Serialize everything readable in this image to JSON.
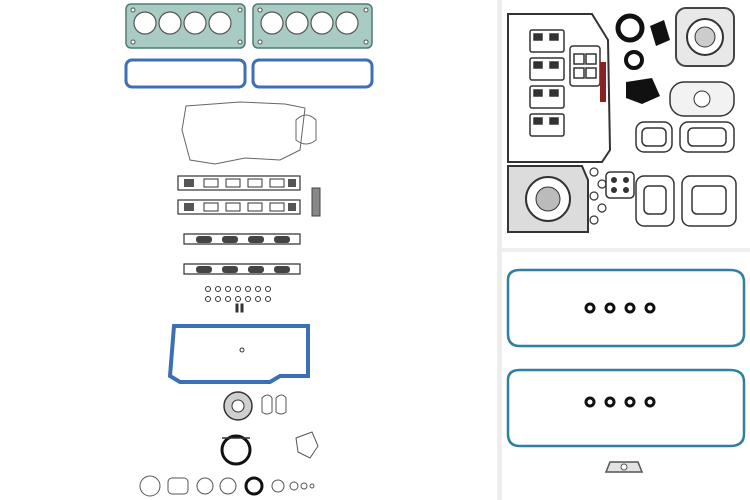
{
  "panels": [
    {
      "id": "left",
      "caption": ""
    },
    {
      "id": "top-right",
      "caption": ""
    },
    {
      "id": "bottom-right",
      "caption": ""
    }
  ],
  "colors": {
    "background": "#ffffff",
    "divider": "#eeeeee",
    "head_gasket": "#8fb8b0",
    "valve_cover": "#3d6fb5",
    "line_dark": "#333333",
    "blue_gasket": "#2f7fa0",
    "black_seal": "#111111",
    "grey_plate": "#999999"
  }
}
